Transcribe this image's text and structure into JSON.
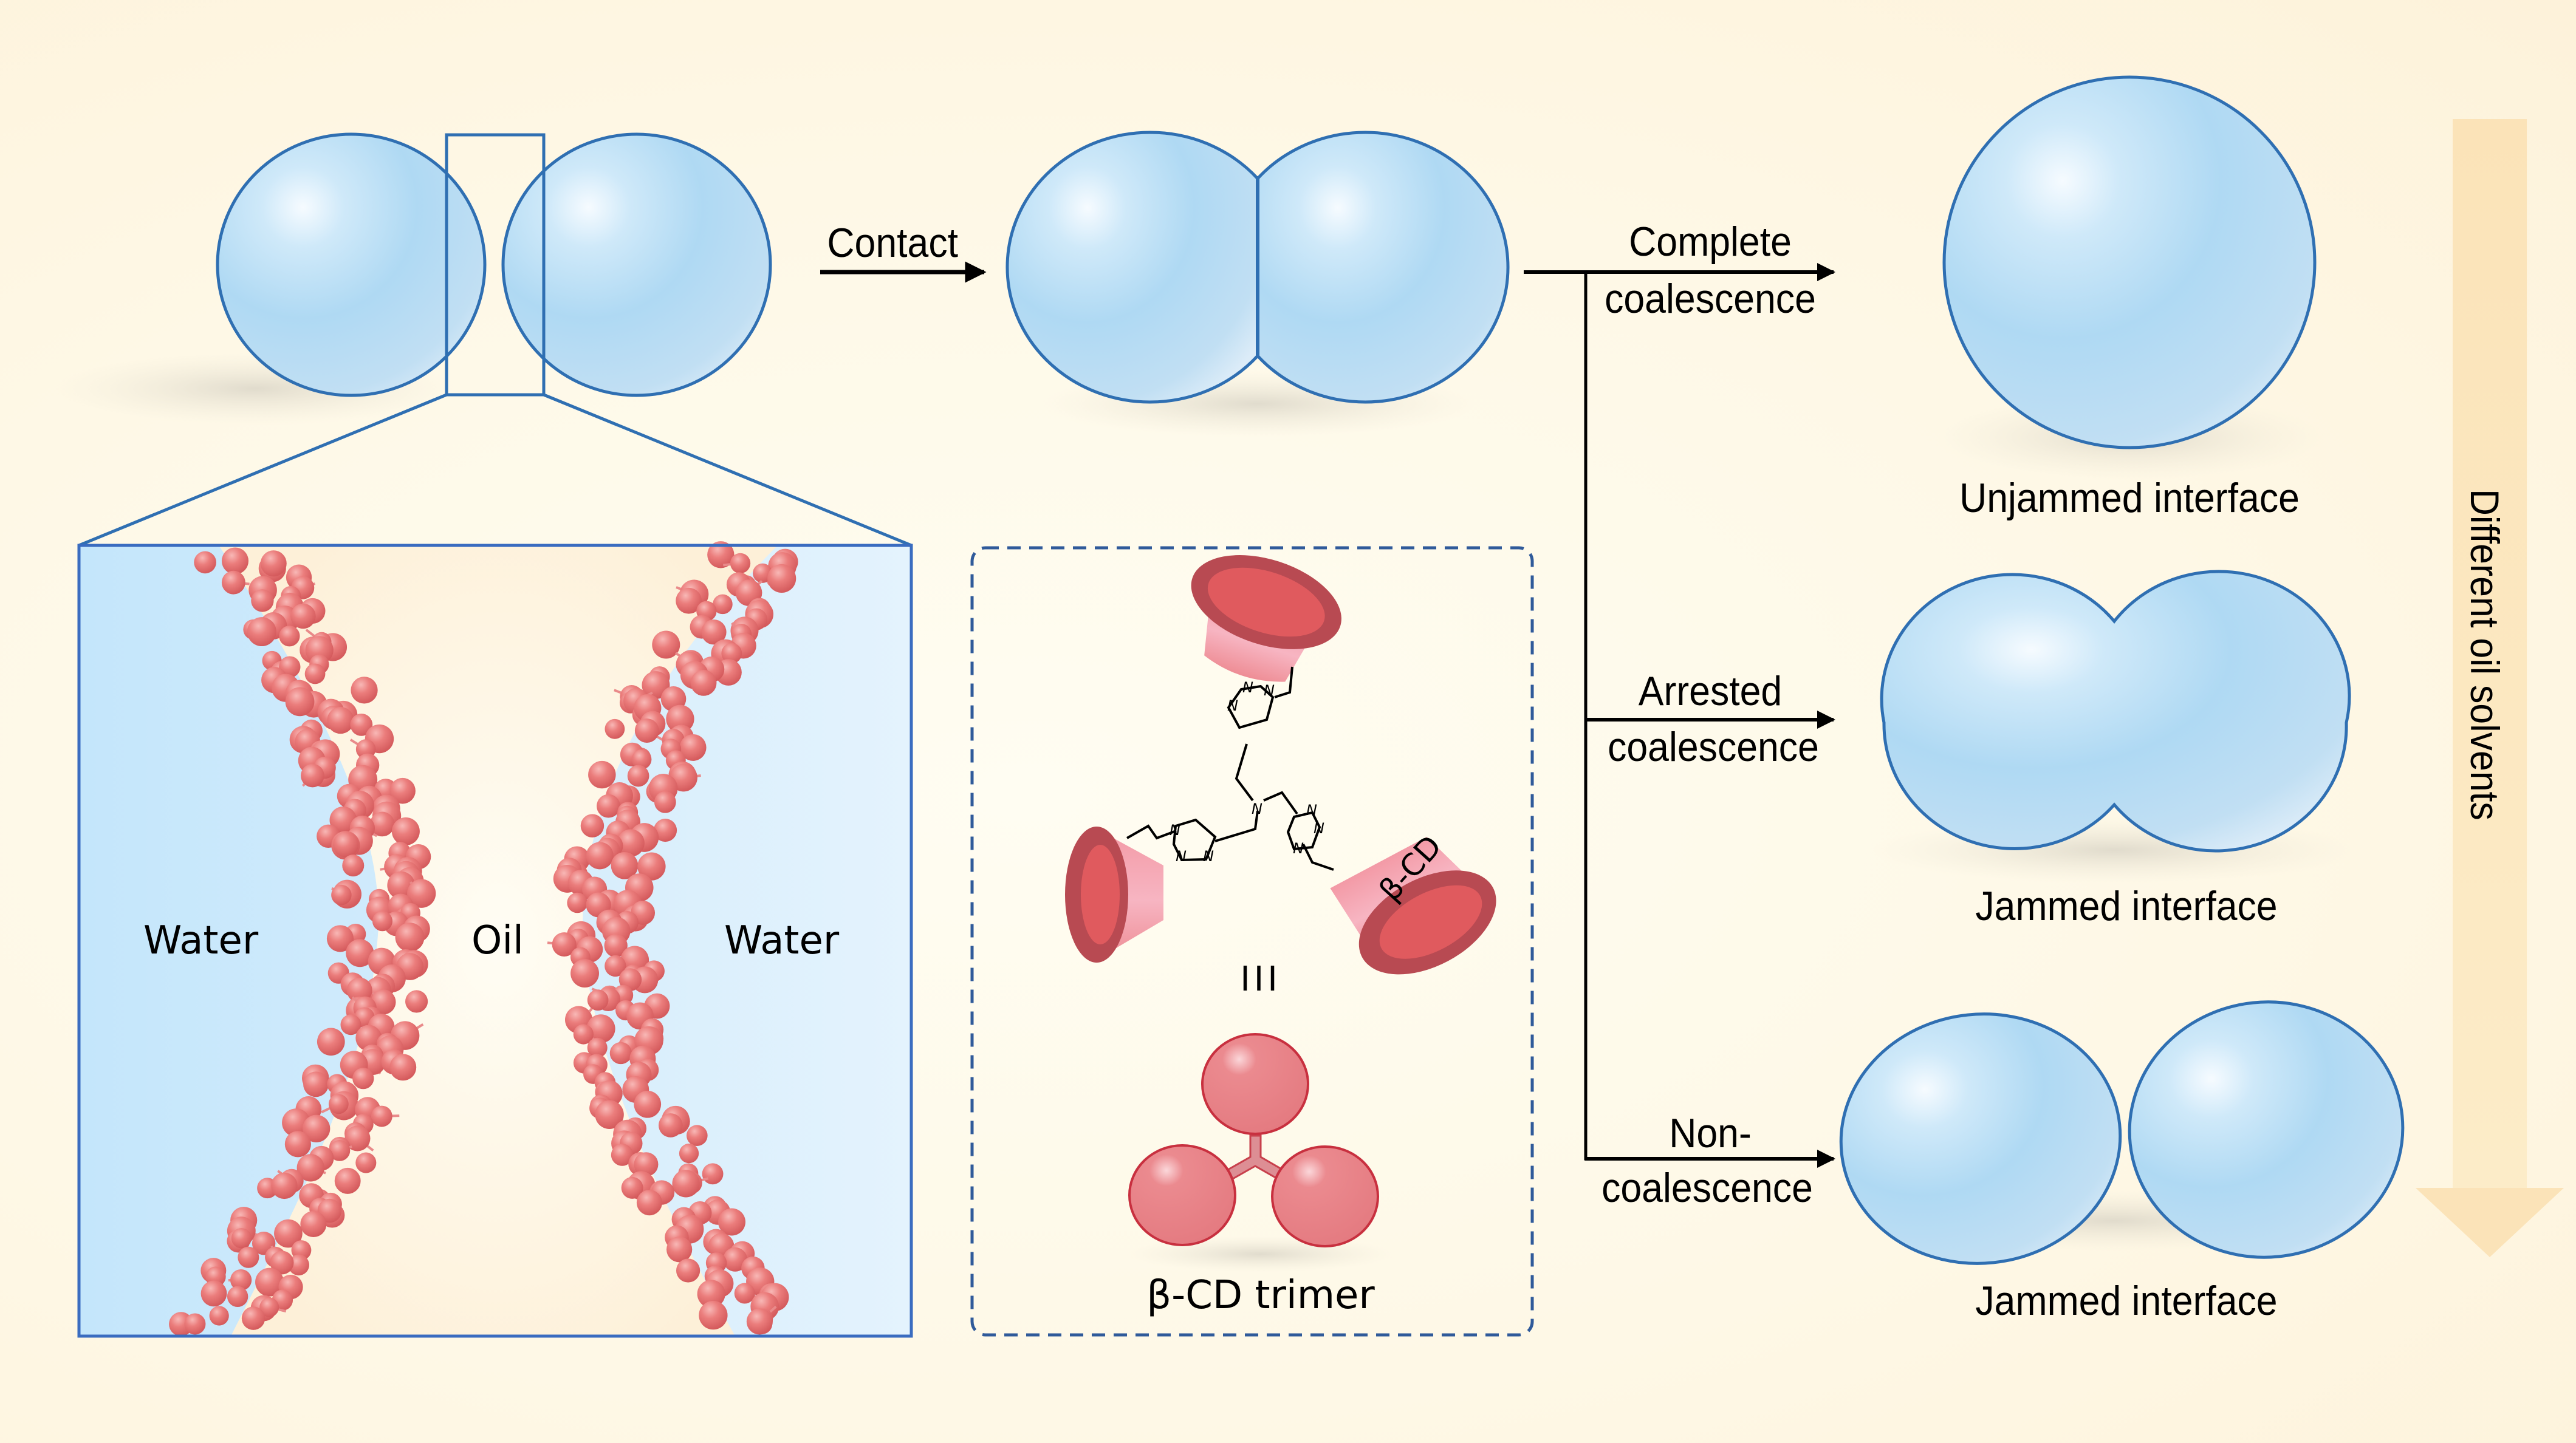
{
  "figure": {
    "background_color": "#fef6e0",
    "droplet_fill": "#b3dcf3",
    "droplet_stroke": "#2f6fb2",
    "particle_color": "#e8767a",
    "trimer_color": "#e77e84"
  },
  "top_row": {
    "contact_label": "Contact"
  },
  "branches": [
    {
      "top_label": "Complete",
      "bottom_label": "coalescence",
      "outcome_label": "Unjammed interface",
      "state": "single-merged-droplet"
    },
    {
      "top_label": "Arrested",
      "bottom_label": "coalescence",
      "outcome_label": "Jammed interface",
      "state": "partially-merged-doublet"
    },
    {
      "top_label": "Non-",
      "bottom_label": "coalescence",
      "outcome_label": "Jammed interface",
      "state": "two-separate-droplets"
    }
  ],
  "side_arrow": {
    "label": "Different oil solvents"
  },
  "interface_inset": {
    "left_phase": "Water",
    "middle_phase": "Oil",
    "right_phase": "Water"
  },
  "molecule_inset": {
    "cone_label": "β-CD",
    "atom_label": "N",
    "equivalence_symbol": "III",
    "trimer_label": "β-CD trimer"
  }
}
